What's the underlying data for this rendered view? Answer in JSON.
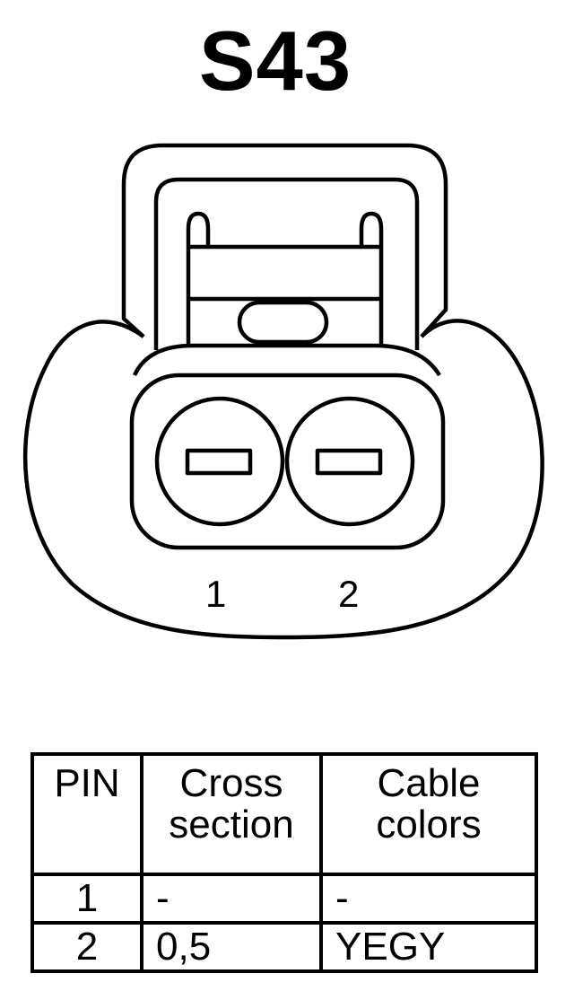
{
  "connector": {
    "title": "S43",
    "pins": [
      "1",
      "2"
    ]
  },
  "table": {
    "headers": {
      "pin": "PIN",
      "cross_line1": "Cross",
      "cross_line2": "section",
      "color_line1": "Cable",
      "color_line2": "colors"
    },
    "rows": [
      {
        "pin": "1",
        "cross_section": "-",
        "color": "-"
      },
      {
        "pin": "2",
        "cross_section": "0,5",
        "color": "YEGY"
      }
    ]
  }
}
